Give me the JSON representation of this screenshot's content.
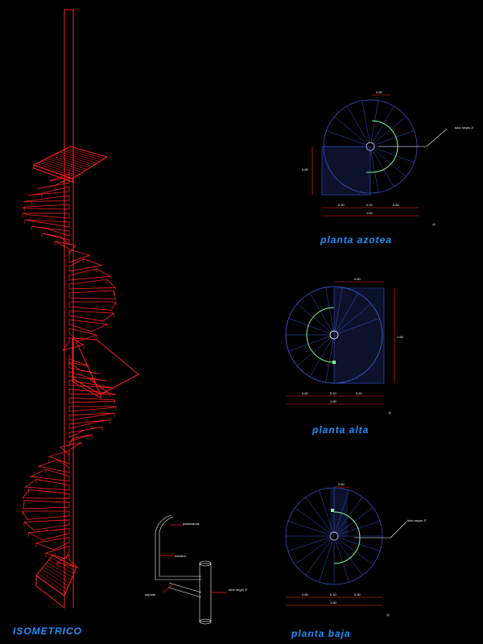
{
  "labels": {
    "isometric": "ISOMETRICO",
    "roof_plan": "planta azotea",
    "upper_plan": "planta alta",
    "ground_plan": "planta baja"
  },
  "dimension_texts": {
    "roof_top": "0.60",
    "roof_side": "0.80",
    "roof_left": "0.60",
    "roof_mid": "0.10",
    "roof_right": "0.60",
    "roof_total": "1.60",
    "roof_callout": "tubo negro 3\"",
    "upper_top": "0.60",
    "upper_side": "1.60",
    "upper_left": "0.60",
    "upper_mid": "0.10",
    "upper_right": "0.60",
    "upper_total": "1.60",
    "ground_top": "0.60",
    "ground_left": "0.60",
    "ground_mid": "0.10",
    "ground_right": "0.60",
    "ground_total": "1.60",
    "ground_callout": "tubo negro 3\"",
    "detail_handrail": "pasamanos",
    "detail_step": "escalon",
    "detail_bracket": "soporte",
    "detail_pipe": "tubo negro 3\""
  },
  "colors": {
    "background": "#000000",
    "isometric_lines": "#ff2020",
    "plan_lines": "#3a5ad8",
    "walk_line": "#7dff9a",
    "label_text": "#1e90ff",
    "dimension_text": "#ffffff"
  }
}
